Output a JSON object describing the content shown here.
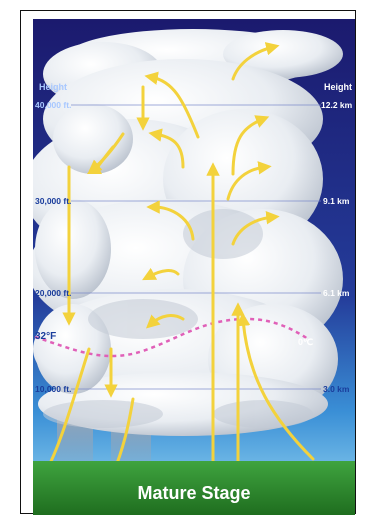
{
  "diagram": {
    "caption": "Mature Stage",
    "left_axis_title": "Height",
    "right_axis_title": "Height",
    "levels": [
      {
        "left": "40,000 ft.",
        "right": "12.2 km"
      },
      {
        "left": "30,000 ft.",
        "right": "9.1 km"
      },
      {
        "left": "20,000 ft.",
        "right": "6.1 km"
      },
      {
        "left": "10,000 ft.",
        "right": "3.0 km"
      }
    ],
    "freezing_left": "32°F",
    "freezing_right": "0℃"
  },
  "colors": {
    "sky_top": "#1b1a6e",
    "sky_bottom": "#3a8fd6",
    "ground": "#2e8b2e",
    "arrow": "#f3d23c",
    "freezing_line": "#e060b8",
    "label_blue": "#1a3d9c"
  }
}
